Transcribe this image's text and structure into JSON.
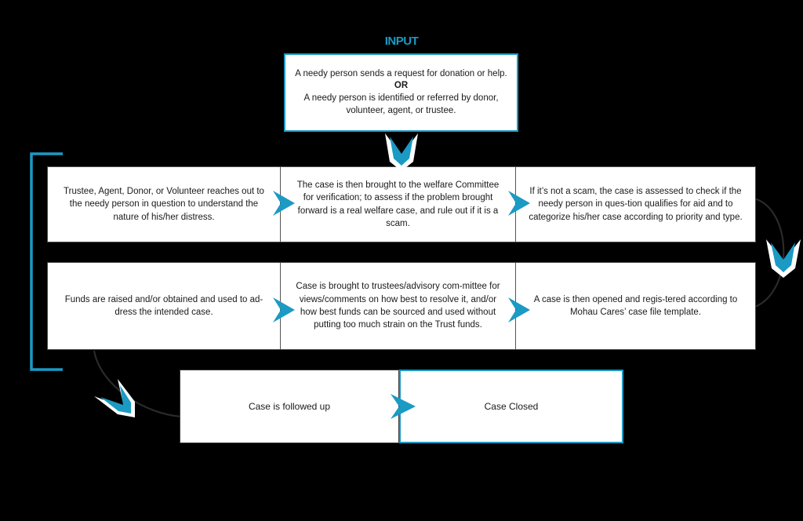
{
  "diagram": {
    "title": "INPUT",
    "accent_color": "#1B9AC4",
    "box_border_dark": "#4a4a4a",
    "background": "#000000",
    "input_box": {
      "line1": "A needy person sends a request for donation or help.",
      "or": "OR",
      "line2": "A needy person is identified or referred by donor, volunteer, agent, or trustee."
    },
    "row1": [
      {
        "id": "outreach",
        "text": "Trustee, Agent, Donor, or Volunteer reaches out to the needy person in question to understand the nature of his/her distress."
      },
      {
        "id": "verification",
        "text": "The case is then brought to the welfare Committee for verification; to assess if the problem brought forward is a real welfare case, and rule out if it is a scam."
      },
      {
        "id": "assessment",
        "text": "If it’s not a scam, the case is assessed to check if the needy person in ques-tion qualifies for aid and to categorize his/her case according to priority and type."
      }
    ],
    "row2": [
      {
        "id": "funds-raised",
        "text": "Funds are raised and/or obtained and used to ad-dress the intended case."
      },
      {
        "id": "advisory-review",
        "text": "Case is brought to trustees/advisory com-mittee for views/comments on how best to resolve it, and/or how best funds can be sourced and used without putting too much strain on the Trust funds."
      },
      {
        "id": "case-opened",
        "text": "A case is then opened and regis-tered according to Mohau Cares’ case file template."
      }
    ],
    "row3": [
      {
        "id": "followed-up",
        "text": "Case is followed up"
      },
      {
        "id": "case-closed",
        "text": "Case Closed"
      }
    ],
    "connectors": [
      {
        "name": "input-to-row1",
        "type": "chevron-down"
      },
      {
        "name": "row1-cell1-to-cell2",
        "type": "chevron-right"
      },
      {
        "name": "row1-cell2-to-cell3",
        "type": "chevron-right"
      },
      {
        "name": "row1-to-row2-right-arc",
        "type": "arc-chevron-down"
      },
      {
        "name": "row2-cell1-to-cell2",
        "type": "chevron-right"
      },
      {
        "name": "row2-cell2-to-cell3",
        "type": "chevron-right"
      },
      {
        "name": "row2-to-row3-left-arc",
        "type": "arc-chevron-down-left"
      },
      {
        "name": "followup-to-closed",
        "type": "chevron-right"
      },
      {
        "name": "left-feedback-bracket",
        "type": "bracket"
      }
    ]
  }
}
